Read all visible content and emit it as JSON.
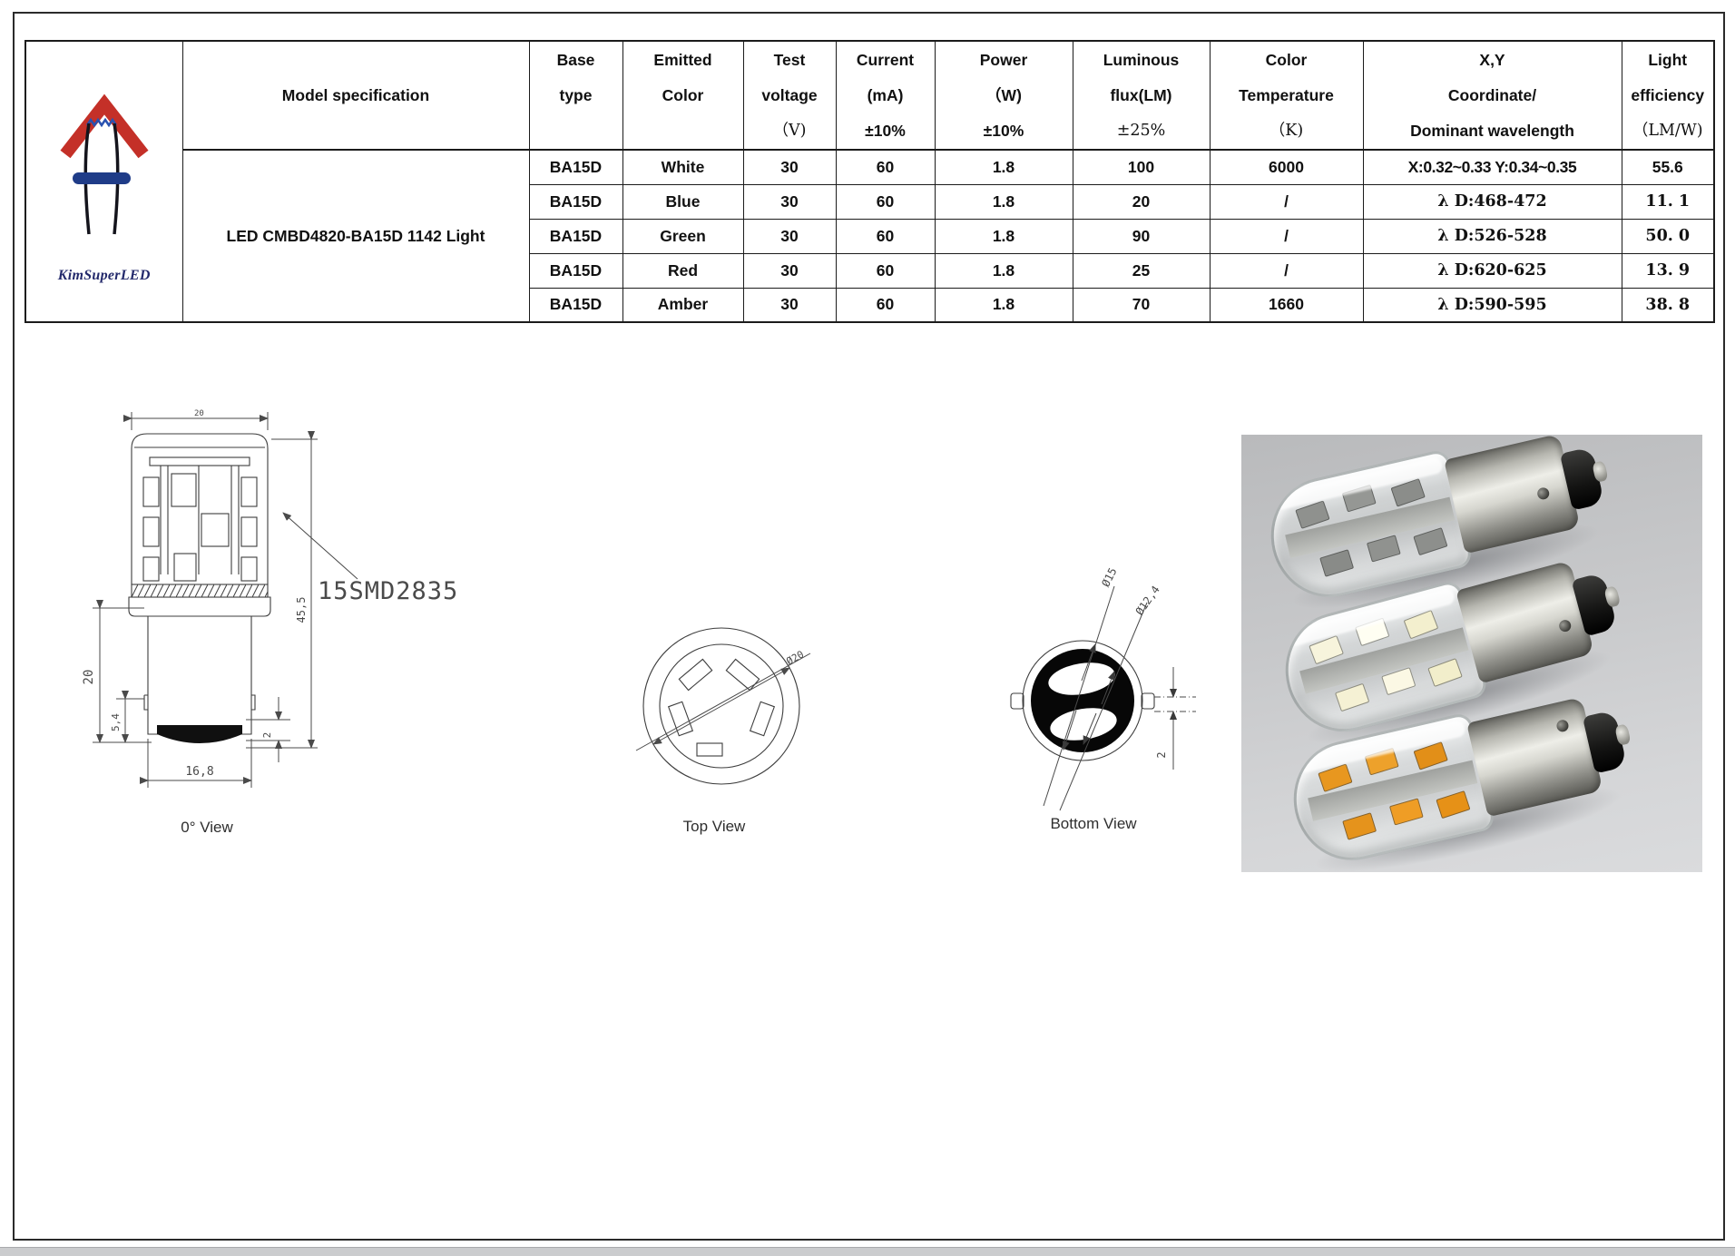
{
  "brand": {
    "name": "KimSuperLED"
  },
  "spec_table": {
    "model_header": "Model specification",
    "model_name": "LED CMBD4820-BA15D 1142 Light",
    "headers": [
      [
        "Base",
        "type",
        ""
      ],
      [
        "Emitted",
        "Color",
        ""
      ],
      [
        "Test",
        "voltage",
        "（V)"
      ],
      [
        "Current",
        "(mA)",
        "±10%"
      ],
      [
        "Power",
        "（W)",
        "±10%"
      ],
      [
        "Luminous",
        "flux(LM)",
        "±25%"
      ],
      [
        "Color",
        "Temperature",
        "（K)"
      ],
      [
        "X,Y",
        "Coordinate/",
        "Dominant wavelength"
      ],
      [
        "Light",
        "efficiency",
        "（LM/W)"
      ]
    ],
    "rows": [
      [
        "BA15D",
        "White",
        "30",
        "60",
        "1.8",
        "100",
        "6000",
        "X:0.32~0.33 Y:0.34~0.35",
        "55.6"
      ],
      [
        "BA15D",
        "Blue",
        "30",
        "60",
        "1.8",
        "20",
        "/",
        "λ D:468-472",
        "11. 1"
      ],
      [
        "BA15D",
        "Green",
        "30",
        "60",
        "1.8",
        "90",
        "/",
        "λ D:526-528",
        "50. 0"
      ],
      [
        "BA15D",
        "Red",
        "30",
        "60",
        "1.8",
        "25",
        "/",
        "λ D:620-625",
        "13. 9"
      ],
      [
        "BA15D",
        "Amber",
        "30",
        "60",
        "1.8",
        "70",
        "1660",
        "λ D:590-595",
        "38. 8"
      ]
    ]
  },
  "drawings": {
    "front": {
      "caption": "0° View",
      "dim_top_width": "20",
      "dim_height": "45,5",
      "led_label": "15SMD2835",
      "dim_neck": "20",
      "dim_skirt": "5,4",
      "dim_base_width": "16,8",
      "dim_contact": "2"
    },
    "top": {
      "caption": "Top View",
      "dim_diameter": "Ø20"
    },
    "bottom": {
      "caption": "Bottom View",
      "dim_outer": "Ø15",
      "dim_inner": "Ø12,4",
      "dim_pin": "2"
    }
  },
  "colors": {
    "logo_red": "#c43028",
    "logo_blue": "#1f3c88",
    "table_border": "#1b1b1b",
    "photo_bg": "#c8c9cb",
    "led_gray": "#8f918e",
    "led_white": "#f4f0d2",
    "led_amber": "#e8971f"
  }
}
